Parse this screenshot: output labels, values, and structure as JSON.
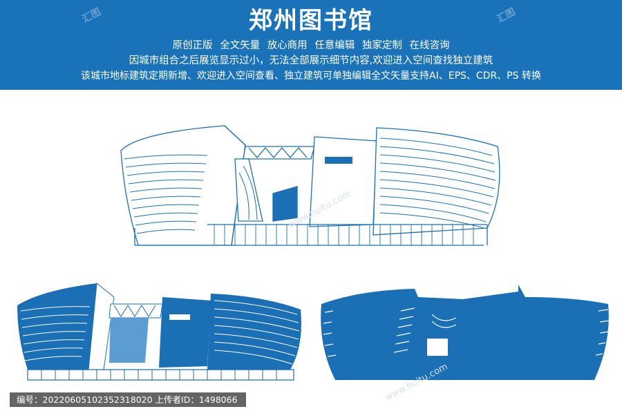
{
  "banner": {
    "title": "郑州图书馆",
    "line1": "原创正版   全文矢量   放心商用   任意编辑   独家定制   在线咨询",
    "line2": "因城市组合之后展览显示过小，无法全部展示细节内容,欢迎进入空间查找独立建筑",
    "line3": "该城市地标建筑定期新增、欢迎进入空间查看、独立建筑可单独编辑全文矢量支持AI、EPS、CDR、PS 转换",
    "color": "#1a72b8"
  },
  "watermark": {
    "text": "www.huitu.com",
    "brand": "汇图"
  },
  "footer": {
    "id_label": "编号：",
    "id_value": "20220605102352318020",
    "uploader_label": " 上传者ID：",
    "uploader_value": "1498066"
  },
  "illustration": {
    "primary_color": "#1a6fb5",
    "light_color": "#5b9dd3"
  }
}
